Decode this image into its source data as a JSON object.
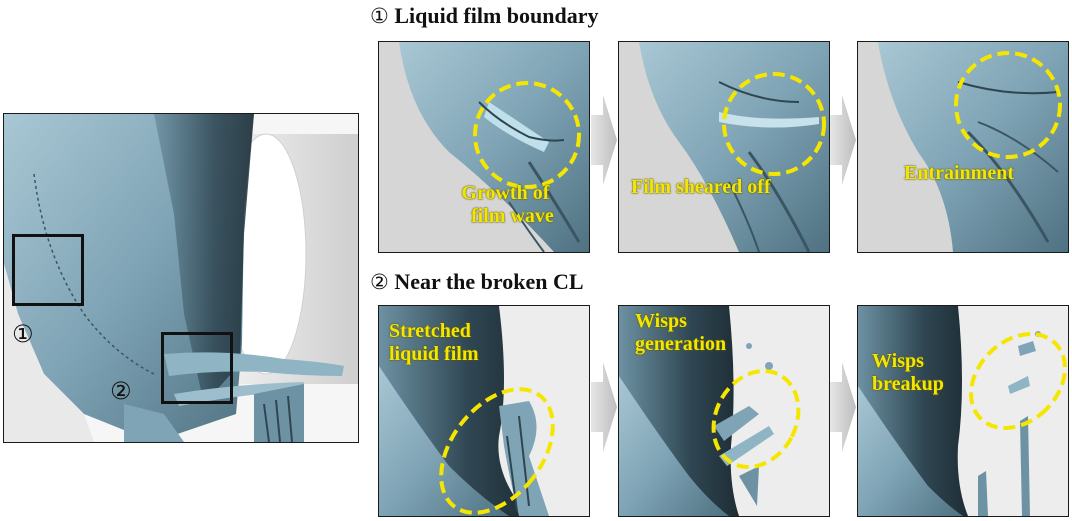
{
  "section1": {
    "number": "①",
    "title": "Liquid film boundary"
  },
  "section2": {
    "number": "②",
    "title": "Near the broken CL"
  },
  "overview": {
    "marker1": "①",
    "marker2": "②"
  },
  "row1": [
    {
      "caption_line1": "Growth of",
      "caption_line2": "film wave"
    },
    {
      "caption_line1": "Film sheared off",
      "caption_line2": ""
    },
    {
      "caption_line1": "Entrainment",
      "caption_line2": ""
    }
  ],
  "row2": [
    {
      "caption_line1": "Stretched",
      "caption_line2": "liquid film"
    },
    {
      "caption_line1": "Wisps",
      "caption_line2": "generation"
    },
    {
      "caption_line1": "Wisps",
      "caption_line2": "breakup"
    }
  ],
  "colors": {
    "liquid": "#8fb4c4",
    "liquid_dark": "#4d6e7e",
    "highlight": "#f5e600",
    "background": "#d9d9d9"
  }
}
